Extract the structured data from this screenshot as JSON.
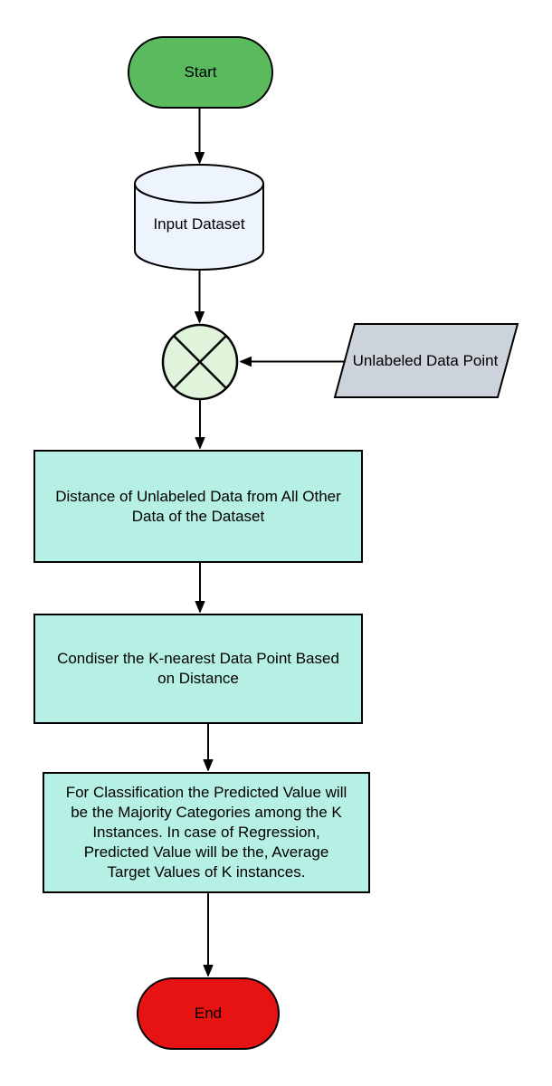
{
  "diagram": {
    "type": "flowchart",
    "background": "#FFFFFF",
    "nodes": {
      "start": {
        "label": "Start",
        "shape": "stadium",
        "fill": "#5ABB5E"
      },
      "input_dataset": {
        "label": "Input Dataset",
        "shape": "cylinder",
        "fill": "#EDF4FD"
      },
      "junction": {
        "label": "",
        "shape": "crossed-circle",
        "fill": "#E0F4DC"
      },
      "unlabeled_data_point": {
        "label": "Unlabeled Data Point",
        "shape": "parallelogram",
        "fill": "#CDD3DB"
      },
      "distance": {
        "shape": "process",
        "fill": "#B6F0E4",
        "lines": [
          "Distance of Unlabeled Data from All Other",
          "Data of the Dataset"
        ]
      },
      "knearest": {
        "shape": "process",
        "fill": "#B6F0E4",
        "lines": [
          "Condiser the K-nearest Data Point Based",
          "on Distance"
        ]
      },
      "prediction": {
        "shape": "process",
        "fill": "#B6F0E4",
        "lines": [
          "For Classification the Predicted Value will",
          "be the Majority Categories among the K",
          "Instances. In case of Regression,",
          "Predicted Value will be the, Average",
          "Target Values of K instances."
        ]
      },
      "end": {
        "label": "End",
        "shape": "stadium",
        "fill": "#E51312"
      }
    },
    "edges": [
      "start -> input_dataset",
      "input_dataset -> junction",
      "unlabeled_data_point -> junction",
      "junction -> distance",
      "distance -> knearest",
      "knearest -> prediction",
      "prediction -> end"
    ],
    "colors": {
      "stroke": "#000000",
      "process_fill": "#B6F0E4",
      "start_fill": "#5ABB5E",
      "end_fill": "#E51312"
    }
  }
}
